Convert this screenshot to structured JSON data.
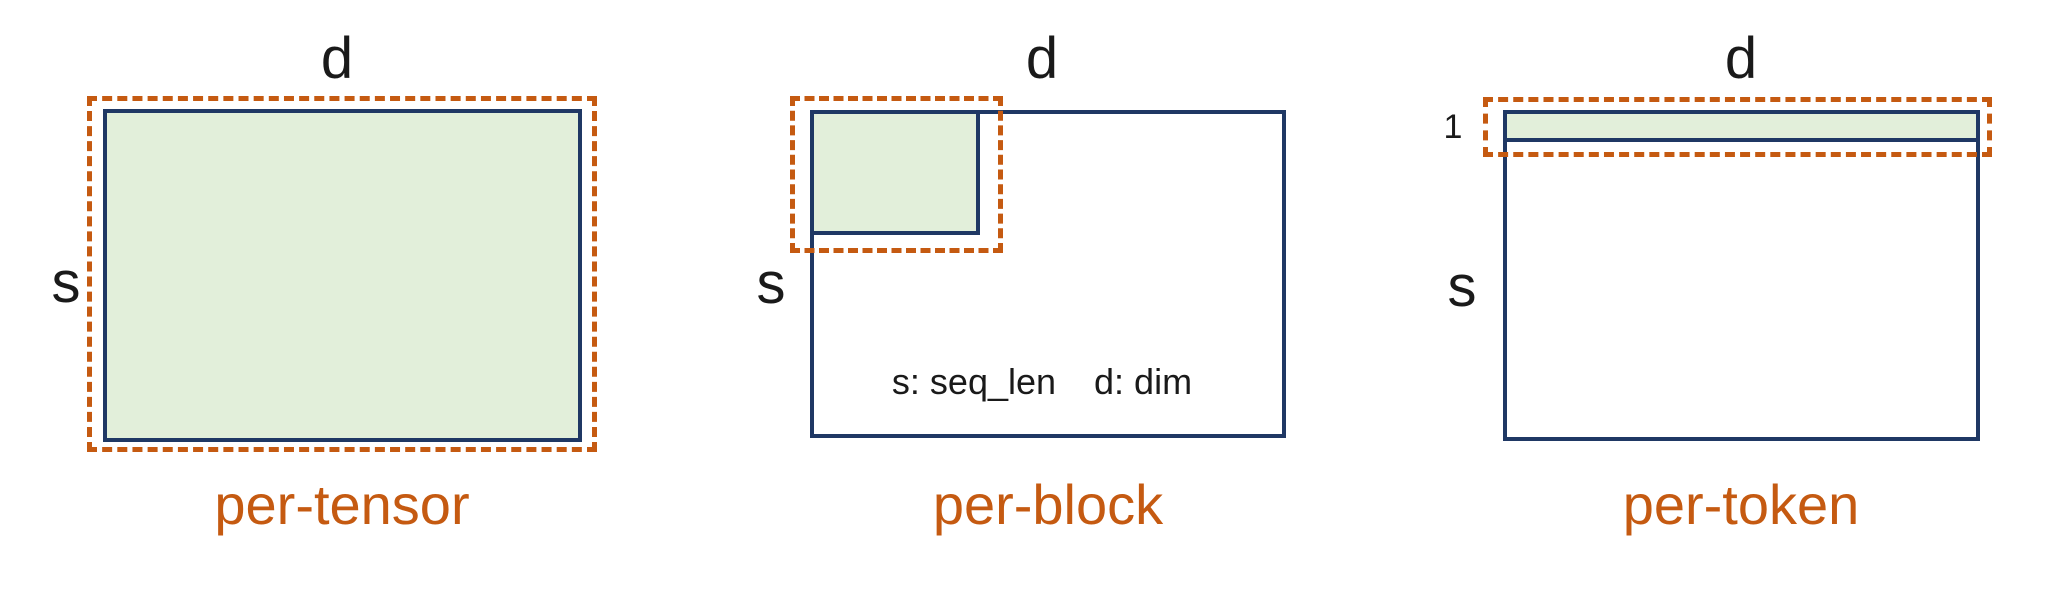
{
  "colors": {
    "accent_orange": "#C55A11",
    "navy": "#1F3864",
    "green_fill": "#E2EFDA",
    "text_black": "#1A1A1A",
    "background": "#FFFFFF"
  },
  "legend": {
    "s_entry": "s: seq_len",
    "d_entry": "d: dim"
  },
  "panels": [
    {
      "caption": "per-tensor",
      "d_label": "d",
      "s_label": "s"
    },
    {
      "caption": "per-block",
      "d_label": "d",
      "s_label": "s"
    },
    {
      "caption": "per-token",
      "d_label": "d",
      "s_label": "s",
      "row_count_label": "1"
    }
  ]
}
